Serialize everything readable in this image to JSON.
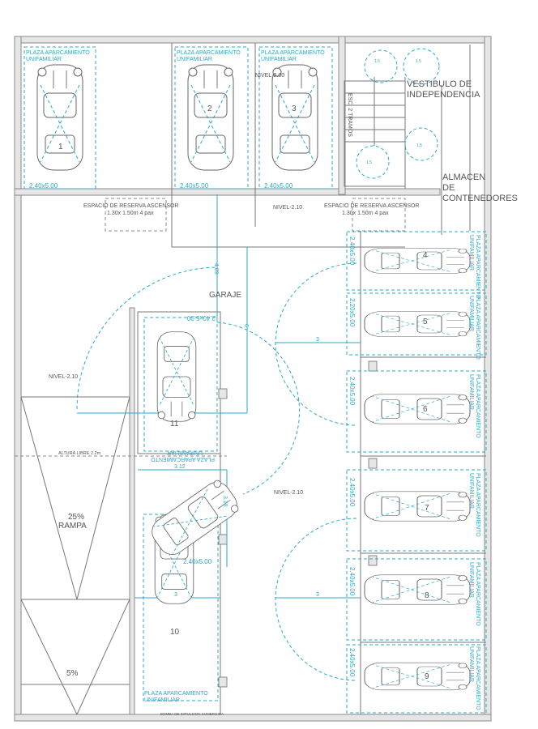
{
  "rooms": {
    "garage": "GARAJE",
    "vestibule_line1": "VESTIBULO DE",
    "vestibule_line2": "INDEPENDENCIA",
    "storage_line1": "ALMACEN",
    "storage_line2": "DE",
    "storage_line3": "CONTENEDORES",
    "stairs": "ESC. 2 TRAMOS"
  },
  "levels": {
    "top": "NIVEL-2.00",
    "upper_mid": "NIVEL-2.10",
    "left": "NIVEL-2.10",
    "center": "NIVEL-2.10"
  },
  "elevator_reserve": [
    {
      "line1": "ESPACIO DE RESERVA ASCENSOR",
      "line2": "1.30x 1.50m 4 pax"
    },
    {
      "line1": "ESPACIO DE RESERVA ASCENSOR",
      "line2": "1.30x 1.50m 4 pax"
    }
  ],
  "parking_label": {
    "line1": "PLAZA APARCAMIENTO",
    "line2": "UNIFAMILIAR"
  },
  "spaces": [
    {
      "number": "1",
      "size": "2.40x5.00"
    },
    {
      "number": "2",
      "size": "2.40x5.00"
    },
    {
      "number": "3",
      "size": "2.40x5.00"
    },
    {
      "number": "4",
      "size": "2.40x5.00"
    },
    {
      "number": "5",
      "size": "2.20x5.00"
    },
    {
      "number": "6",
      "size": "2.40x5.00"
    },
    {
      "number": "7",
      "size": "2.40x5.00"
    },
    {
      "number": "8",
      "size": "2.40x5.00"
    },
    {
      "number": "9",
      "size": "2.40x5.00"
    },
    {
      "number": "10",
      "size": "2.40x5.00"
    },
    {
      "number": "11",
      "size": "2.40x5.00"
    }
  ],
  "ramp": {
    "upper": "25%",
    "upper_label": "RAMPA",
    "lower": "5%"
  },
  "clearance": "ALTURA LIBRE 2.2m",
  "pump": "BOMBA DE IMPULSION SUMERGIDA",
  "dimensions": {
    "d489": "4.89",
    "d6": "6",
    "d3_right_top": "3",
    "d3_right_bottom": "3",
    "d3_left": "3",
    "d312": "3.12",
    "d318": "3.18",
    "turn": "1.5"
  }
}
